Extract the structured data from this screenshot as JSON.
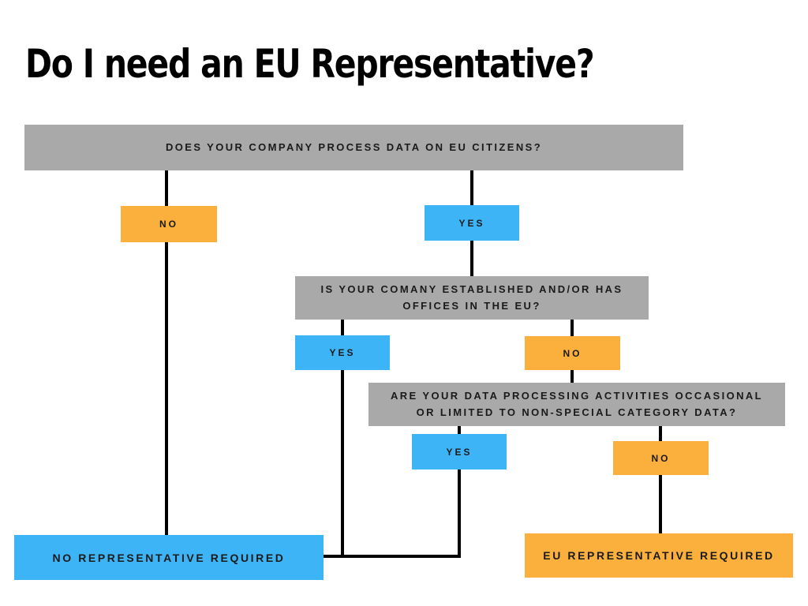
{
  "header": {
    "title": "Do I need an EU Representative?"
  },
  "flowchart": {
    "question_1": {
      "text": "DOES YOUR COMPANY PROCESS DATA ON EU CITIZENS?"
    },
    "question_1_answers": {
      "no": "NO",
      "yes": "YES"
    },
    "question_2": {
      "text": "IS YOUR COMANY ESTABLISHED AND/OR HAS OFFICES IN THE EU?"
    },
    "question_2_answers": {
      "yes": "YES",
      "no": "NO"
    },
    "question_3": {
      "text": "ARE YOUR DATA PROCESSING ACTIVITIES OCCASIONAL OR LIMITED TO NON-SPECIAL CATEGORY DATA?"
    },
    "question_3_answers": {
      "yes": "YES",
      "no": "NO"
    },
    "outcomes": {
      "no_representative": "NO REPRESENTATIVE REQUIRED",
      "eu_representative": "EU REPRESENTATIVE REQUIRED"
    }
  },
  "colors": {
    "gray": "#a9a9a9",
    "blue": "#3db4f5",
    "orange": "#fbb03d",
    "line": "#000000",
    "text_dark": "#1a1a1a",
    "background": "#ffffff"
  }
}
